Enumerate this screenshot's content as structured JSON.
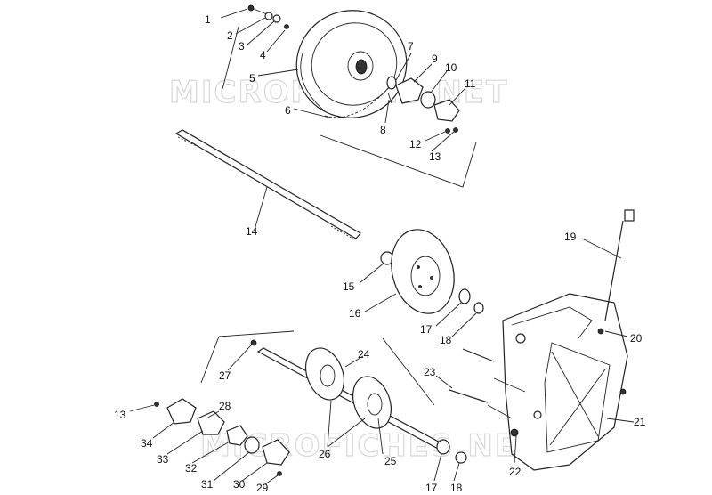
{
  "watermark": {
    "top": "MICROFICHES.NET",
    "bottom": "MICROFICHES.NET"
  },
  "callouts": {
    "c1": "1",
    "c2": "2",
    "c3": "3",
    "c4": "4",
    "c5": "5",
    "c6": "6",
    "c7": "7",
    "c8": "8",
    "c9": "9",
    "c10": "10",
    "c11": "11",
    "c12": "12",
    "c13a": "13",
    "c14": "14",
    "c15": "15",
    "c16": "16",
    "c17a": "17",
    "c18a": "18",
    "c19": "19",
    "c20": "20",
    "c21": "21",
    "c22": "22",
    "c23": "23",
    "c24": "24",
    "c25": "25",
    "c26": "26",
    "c27": "27",
    "c28": "28",
    "c29": "29",
    "c30": "30",
    "c31": "31",
    "c32": "32",
    "c33": "33",
    "c34": "34",
    "c13b": "13",
    "c17b": "17",
    "c18b": "18"
  }
}
